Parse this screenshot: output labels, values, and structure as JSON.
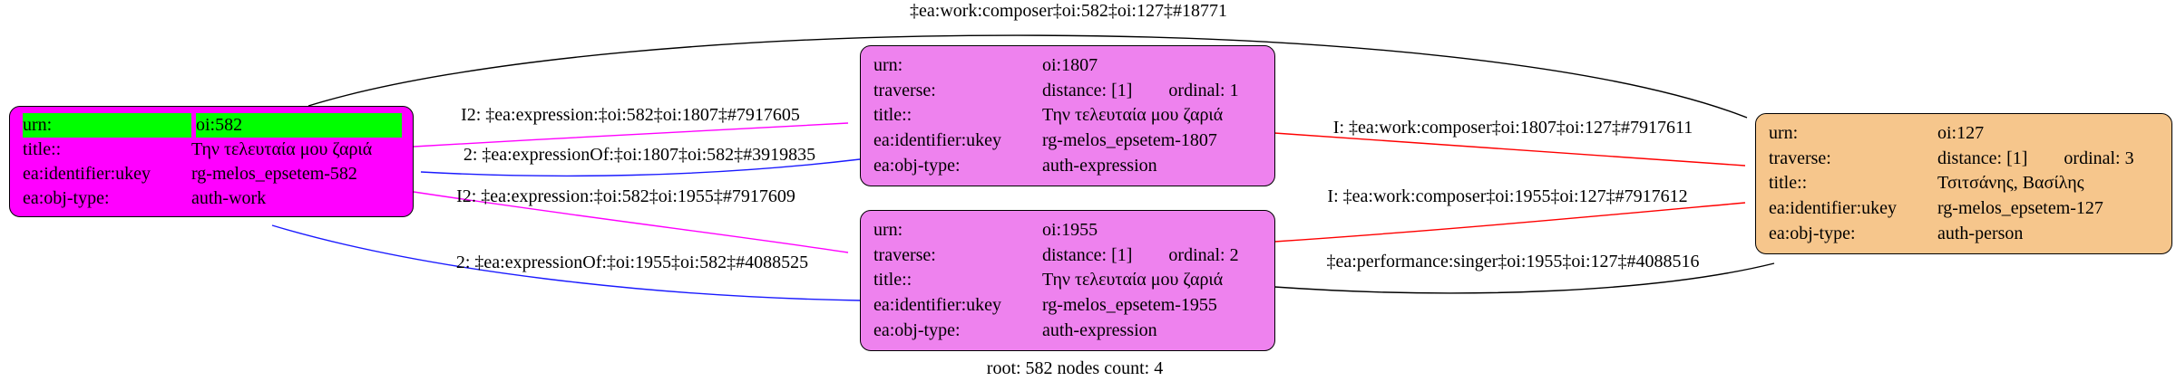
{
  "caption": "root: 582 nodes count: 4",
  "colors": {
    "work_node_fill": "#ff00ff",
    "urn_highlight": "#00ff00",
    "expression_node_fill": "#ee82ee",
    "person_node_fill": "#f6c68c",
    "edge_black": "#000000",
    "edge_magenta": "#ff00ff",
    "edge_blue": "#1a1aff",
    "edge_red": "#ff0000"
  },
  "nodes": [
    {
      "id": "oi:582",
      "rows": [
        {
          "key": "urn:",
          "value": "oi:582"
        },
        {
          "key": "title::",
          "value": "Την τελευταία μου ζαριά"
        },
        {
          "key": "ea:identifier:ukey",
          "value": "rg-melos_epsetem-582"
        },
        {
          "key": "ea:obj-type:",
          "value": "auth-work"
        }
      ]
    },
    {
      "id": "oi:1807",
      "rows": [
        {
          "key": "urn:",
          "value": "oi:1807"
        },
        {
          "key": "traverse:",
          "value": "distance: [1]",
          "value2": "ordinal: 1"
        },
        {
          "key": "title::",
          "value": "Την τελευταία μου ζαριά"
        },
        {
          "key": "ea:identifier:ukey",
          "value": "rg-melos_epsetem-1807"
        },
        {
          "key": "ea:obj-type:",
          "value": "auth-expression"
        }
      ]
    },
    {
      "id": "oi:1955",
      "rows": [
        {
          "key": "urn:",
          "value": "oi:1955"
        },
        {
          "key": "traverse:",
          "value": "distance: [1]",
          "value2": "ordinal: 2"
        },
        {
          "key": "title::",
          "value": "Την τελευταία μου ζαριά"
        },
        {
          "key": "ea:identifier:ukey",
          "value": "rg-melos_epsetem-1955"
        },
        {
          "key": "ea:obj-type:",
          "value": "auth-expression"
        }
      ]
    },
    {
      "id": "oi:127",
      "rows": [
        {
          "key": "urn:",
          "value": "oi:127"
        },
        {
          "key": "traverse:",
          "value": "distance: [1]",
          "value2": "ordinal: 3"
        },
        {
          "key": "title::",
          "value": "Τσιτσάνης, Βασίλης"
        },
        {
          "key": "ea:identifier:ukey",
          "value": "rg-melos_epsetem-127"
        },
        {
          "key": "ea:obj-type:",
          "value": "auth-person"
        }
      ]
    }
  ],
  "edges": [
    {
      "label": "‡ea:work:composer‡oi:582‡oi:127‡#18771",
      "color": "#000000"
    },
    {
      "label": "I2: ‡ea:expression:‡oi:582‡oi:1807‡#7917605",
      "color": "#ff00ff"
    },
    {
      "label": "2: ‡ea:expressionOf:‡oi:1807‡oi:582‡#3919835",
      "color": "#1a1aff"
    },
    {
      "label": "I2: ‡ea:expression:‡oi:582‡oi:1955‡#7917609",
      "color": "#ff00ff"
    },
    {
      "label": "2: ‡ea:expressionOf:‡oi:1955‡oi:582‡#4088525",
      "color": "#1a1aff"
    },
    {
      "label": "I: ‡ea:work:composer‡oi:1807‡oi:127‡#7917611",
      "color": "#ff0000"
    },
    {
      "label": "I: ‡ea:work:composer‡oi:1955‡oi:127‡#7917612",
      "color": "#ff0000"
    },
    {
      "label": "‡ea:performance:singer‡oi:1955‡oi:127‡#4088516",
      "color": "#000000"
    }
  ]
}
